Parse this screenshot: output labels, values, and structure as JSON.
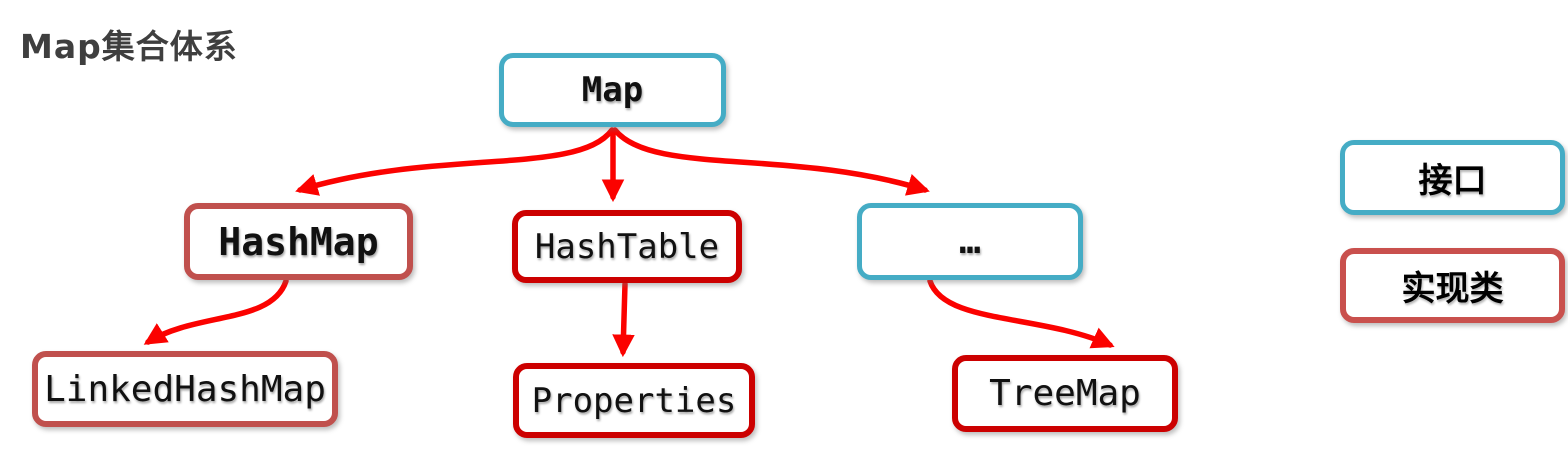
{
  "title": "Map集合体系",
  "colors": {
    "interface_border": "#45acc5",
    "implementation_muted_border": "#c0504d",
    "implementation_border": "#cc0000",
    "arrow": "#fb0200",
    "title_text": "#3f3f3f",
    "box_fill": "#ffffff"
  },
  "nodes": {
    "map": {
      "label": "Map",
      "type": "interface"
    },
    "hashmap": {
      "label": "HashMap",
      "type": "implementation"
    },
    "hashtable": {
      "label": "HashTable",
      "type": "implementation"
    },
    "ellipsis": {
      "label": "…",
      "type": "interface"
    },
    "linkedhashmap": {
      "label": "LinkedHashMap",
      "type": "implementation"
    },
    "properties": {
      "label": "Properties",
      "type": "implementation"
    },
    "treemap": {
      "label": "TreeMap",
      "type": "implementation"
    }
  },
  "edges": [
    {
      "from": "map",
      "to": "hashmap"
    },
    {
      "from": "map",
      "to": "hashtable"
    },
    {
      "from": "map",
      "to": "ellipsis"
    },
    {
      "from": "hashmap",
      "to": "linkedhashmap"
    },
    {
      "from": "hashtable",
      "to": "properties"
    },
    {
      "from": "ellipsis",
      "to": "treemap"
    }
  ],
  "legend": {
    "interface_label": "接口",
    "implementation_label": "实现类"
  }
}
